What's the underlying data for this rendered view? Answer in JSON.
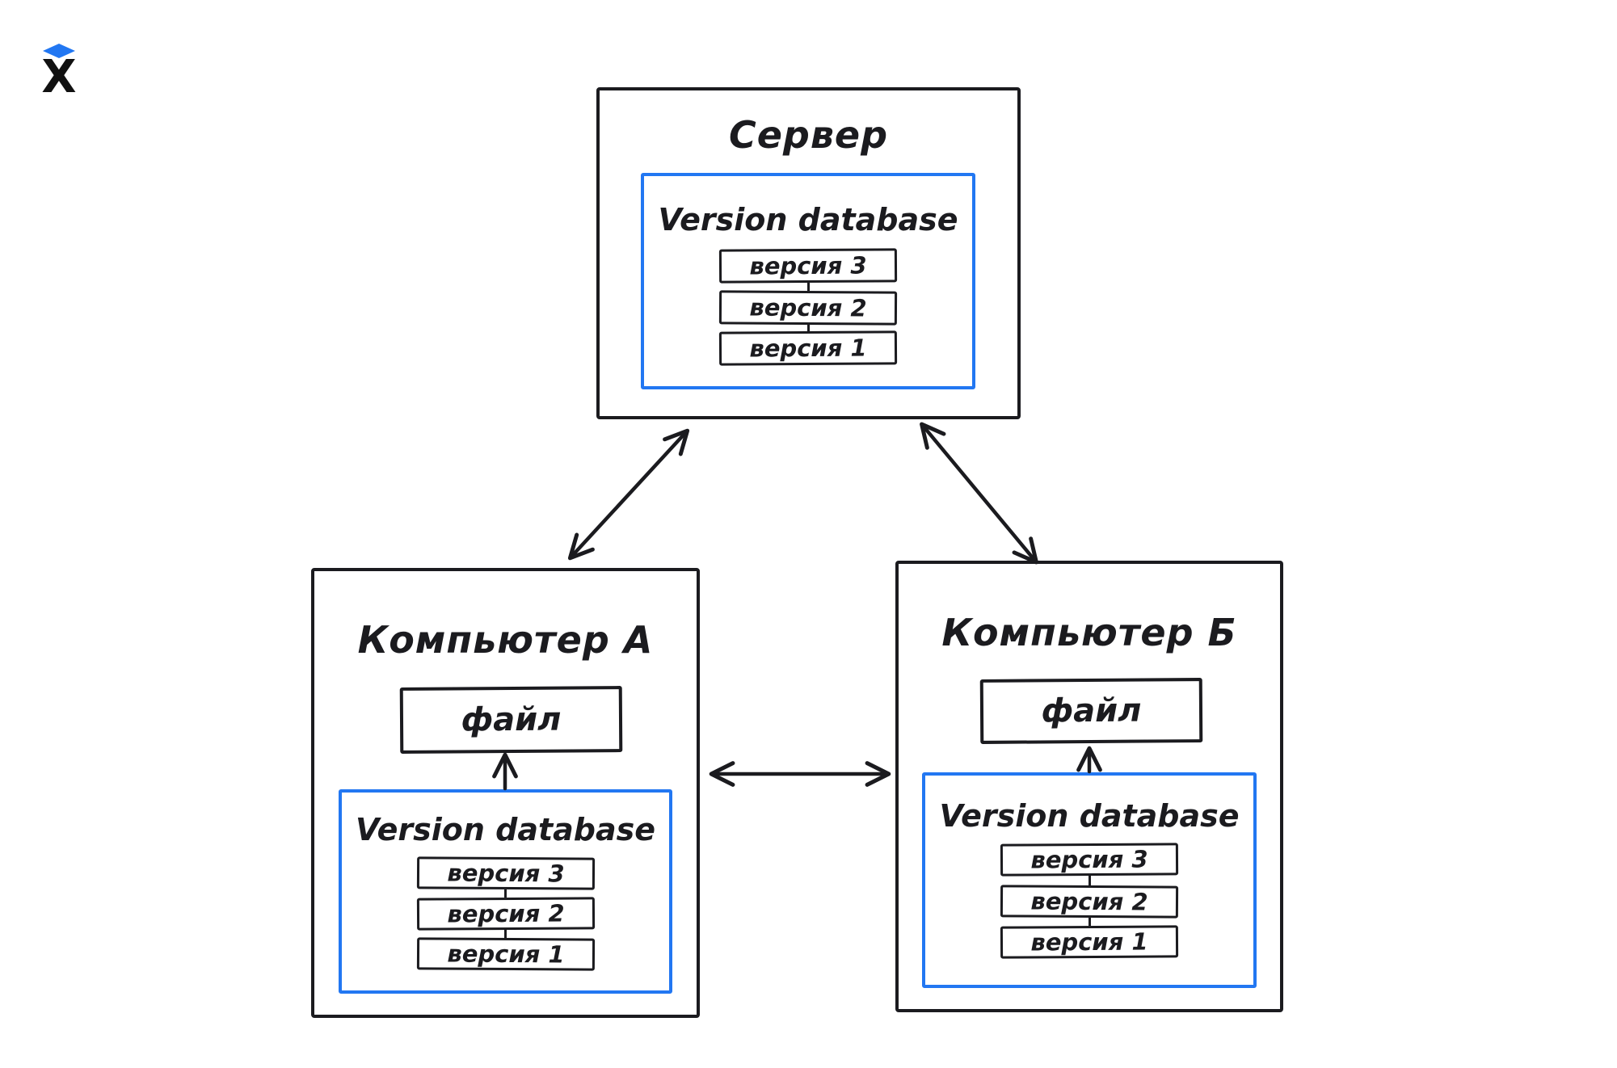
{
  "colors": {
    "ink": "#1b1b1f",
    "accent_blue": "#2277F2",
    "background": "#ffffff"
  },
  "logo": {
    "letter": "X",
    "icon": "hexlet-logo"
  },
  "server": {
    "title": "Сервер",
    "database": {
      "title": "Version database",
      "versions": [
        "версия 3",
        "версия 2",
        "версия 1"
      ]
    }
  },
  "computer_a": {
    "title": "Компьютер А",
    "file_label": "файл",
    "database": {
      "title": "Version database",
      "versions": [
        "версия 3",
        "версия 2",
        "версия 1"
      ]
    }
  },
  "computer_b": {
    "title": "Компьютер Б",
    "file_label": "файл",
    "database": {
      "title": "Version database",
      "versions": [
        "версия 3",
        "версия 2",
        "версия 1"
      ]
    }
  }
}
